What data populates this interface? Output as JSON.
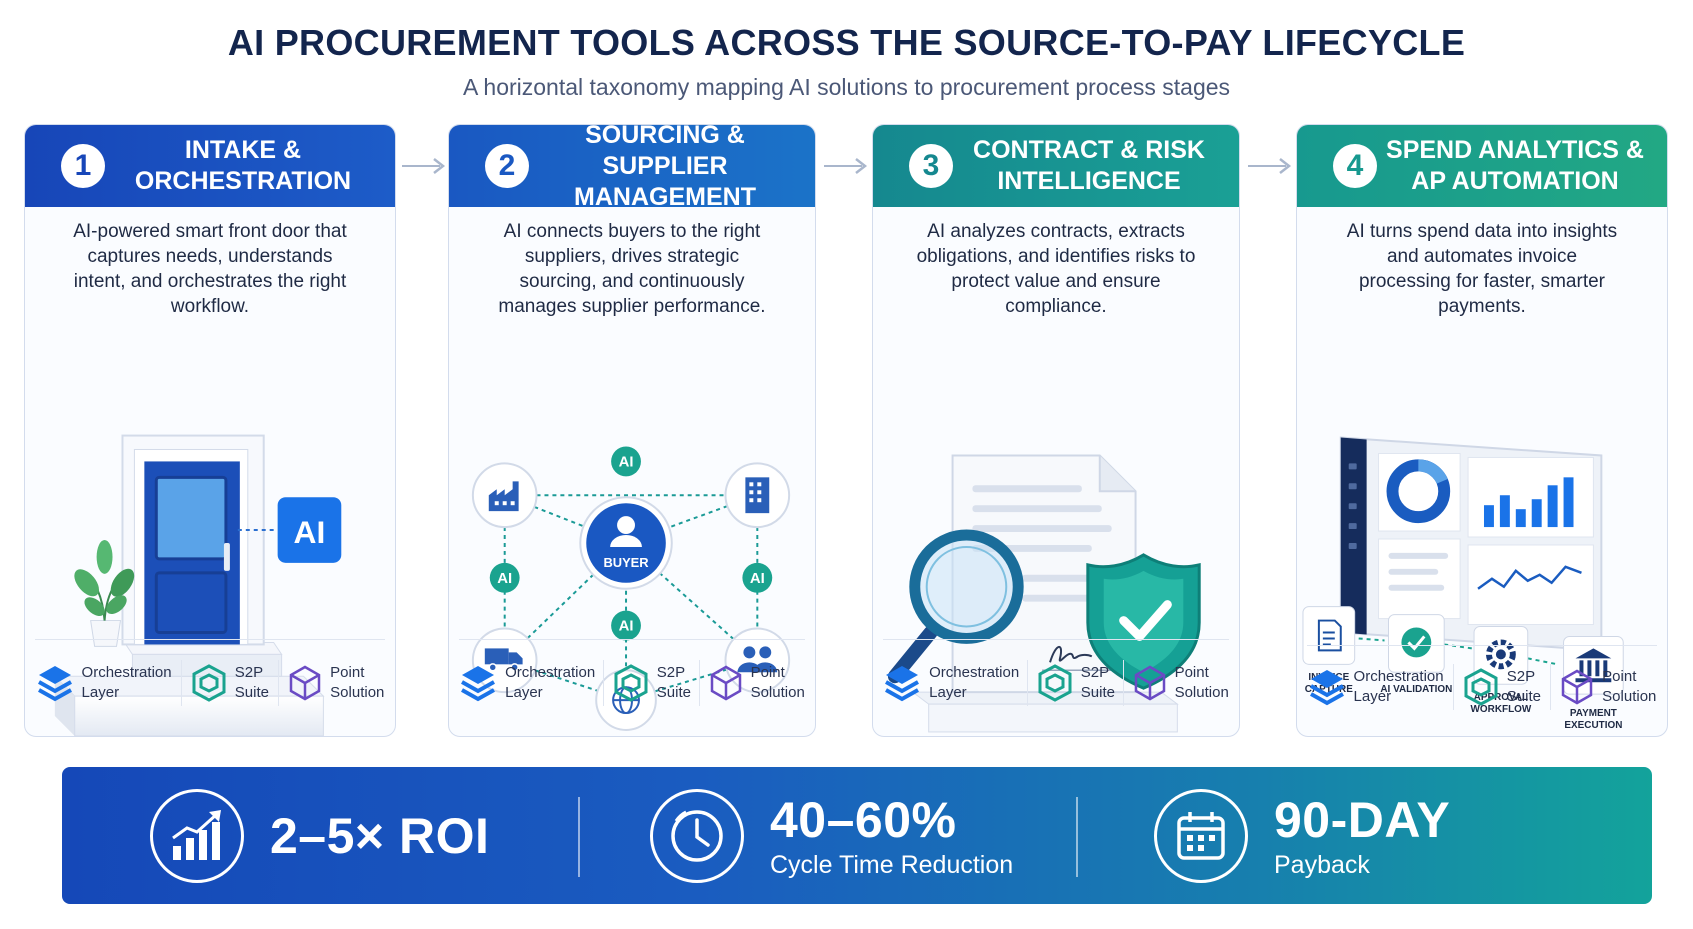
{
  "title": "AI PROCUREMENT TOOLS ACROSS THE SOURCE-TO-PAY LIFECYCLE",
  "subtitle": "A horizontal taxonomy mapping AI solutions to procurement process stages",
  "colors": {
    "stage1": "#1a4fc0",
    "stage2": "#1868c4",
    "stage3": "#16959a",
    "stage4": "#1da188",
    "ai_badge": "#1a73e8",
    "teal": "#1aa38f"
  },
  "tags": {
    "orchestration_line1": "Orchestration",
    "orchestration_line2": "Layer",
    "s2p_line1": "S2P",
    "s2p_line2": "Suite",
    "point_line1": "Point",
    "point_line2": "Solution"
  },
  "stages": [
    {
      "number": "1",
      "title_line1": "INTAKE &",
      "title_line2": "ORCHESTRATION",
      "description": "AI-powered smart front door that captures needs, understands intent, and orchestrates the right workflow.",
      "ai_badge": "AI"
    },
    {
      "number": "2",
      "title_line1": "SOURCING & SUPPLIER",
      "title_line2": "MANAGEMENT",
      "description": "AI connects buyers to the right suppliers, drives strategic sourcing, and continuously manages supplier performance.",
      "center_node": "BUYER",
      "ai_label": "AI"
    },
    {
      "number": "3",
      "title_line1": "CONTRACT & RISK",
      "title_line2": "INTELLIGENCE",
      "description": "AI analyzes contracts, extracts obligations, and identifies risks to protect value and ensure compliance."
    },
    {
      "number": "4",
      "title_line1": "SPEND ANALYTICS &",
      "title_line2": "AP AUTOMATION",
      "description": "AI turns spend data into insights and automates invoice processing for faster, smarter payments.",
      "steps": {
        "invoice_line1": "INVOICE",
        "invoice_line2": "CAPTURE",
        "validation": "AI VALIDATION",
        "approval_line1": "APPROVAL",
        "approval_line2": "WORKFLOW",
        "payment_line1": "PAYMENT",
        "payment_line2": "EXECUTION"
      }
    }
  ],
  "stats": [
    {
      "value": "2–5× ROI",
      "label": "",
      "icon": "growth-chart-icon"
    },
    {
      "value": "40–60%",
      "label": "Cycle Time Reduction",
      "icon": "clock-icon"
    },
    {
      "value": "90-DAY",
      "label": "Payback",
      "icon": "calendar-icon"
    }
  ]
}
